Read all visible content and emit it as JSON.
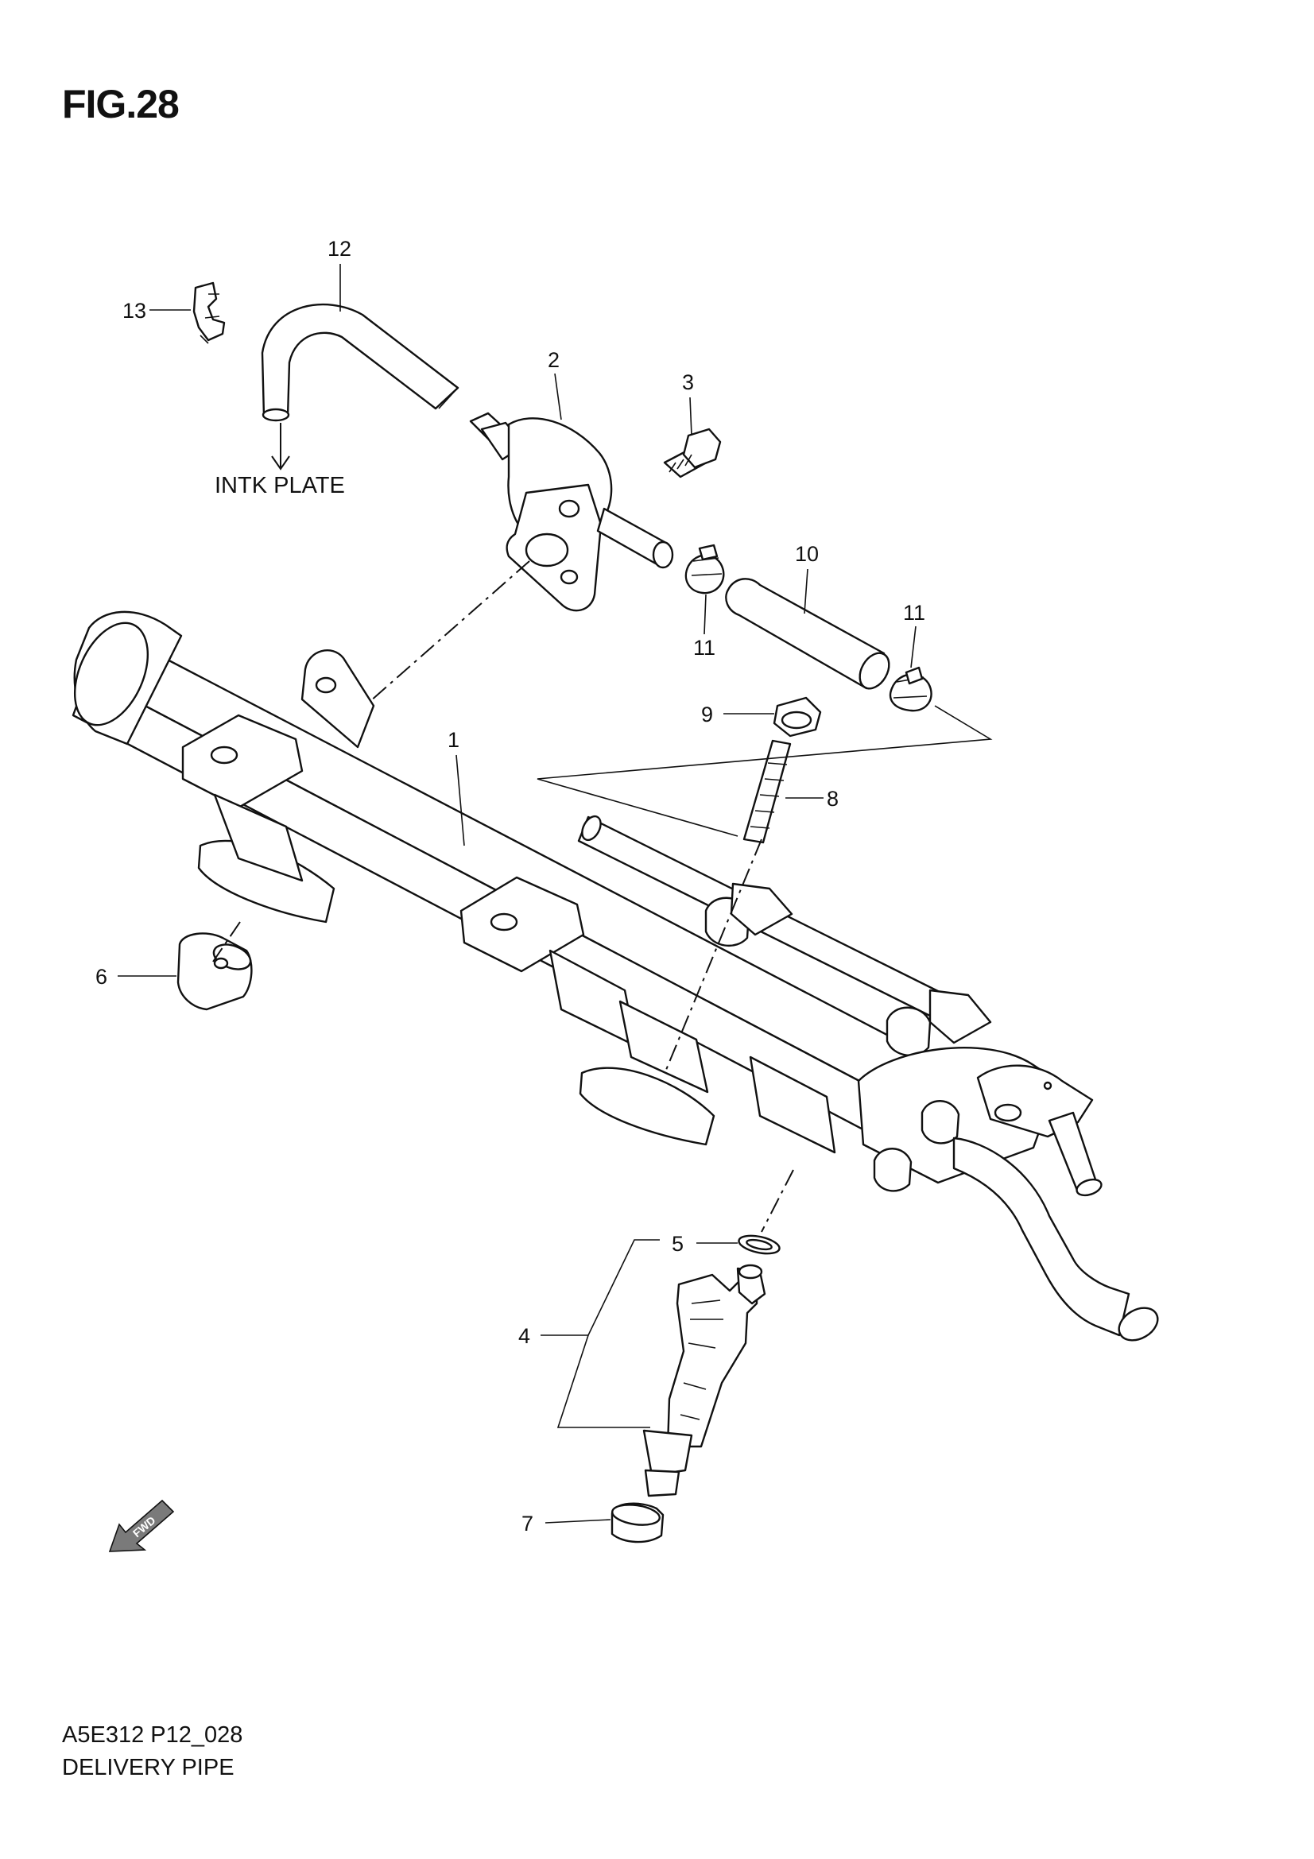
{
  "figure": {
    "title": "FIG.28",
    "code": "A5E312 P12_028",
    "name": "DELIVERY PIPE"
  },
  "annotations": {
    "intake_plate": "INTK PLATE",
    "forward_arrow": "FWD"
  },
  "callouts": [
    "1",
    "2",
    "3",
    "4",
    "5",
    "6",
    "7",
    "8",
    "9",
    "10",
    "11",
    "11",
    "12",
    "13"
  ],
  "colors": {
    "ink": "#111111",
    "paper": "#ffffff",
    "shade": "#7a7a7a"
  },
  "icons": [
    "forward-arrow-icon"
  ]
}
